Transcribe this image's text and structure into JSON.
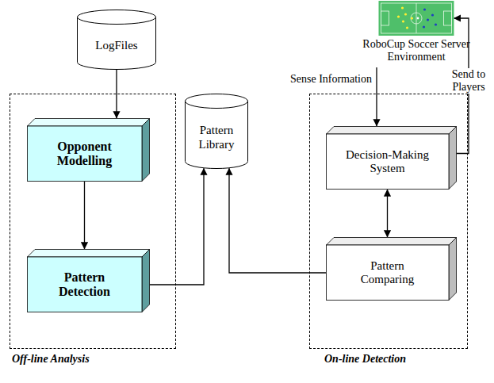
{
  "diagram": {
    "nodes": [
      {
        "text": [
          "LogFiles"
        ]
      },
      {
        "text": [
          "RoboCup Soccer Server Environment"
        ]
      },
      {
        "text": [
          "Off-line Analysis"
        ]
      },
      {
        "text": [
          "Opponent Modelling"
        ],
        "in": 2
      },
      {
        "text": [
          "Pattern Detection"
        ],
        "in": 2
      },
      {
        "text": [
          "Pattern Library"
        ]
      },
      {
        "text": [
          "On-line Detection"
        ]
      },
      {
        "text": [
          "Decision-Making System"
        ],
        "in": 6
      },
      {
        "text": [
          "Pattern Comparing"
        ],
        "in": 6
      }
    ],
    "edges": [
      {
        "from": 0,
        "to": 3,
        "arrow": "to"
      },
      {
        "from": 3,
        "to": 4,
        "arrow": "to"
      },
      {
        "from": 4,
        "to": 5,
        "arrow": "to"
      },
      {
        "from": 8,
        "to": 5,
        "arrow": "to"
      },
      {
        "from": 1,
        "to": 7,
        "label": "Sense Information",
        "arrow": "to"
      },
      {
        "from": 7,
        "to": 1,
        "label": "Send to Players",
        "arrow": "to"
      },
      {
        "from": 7,
        "to": 8,
        "arrow": "both"
      }
    ]
  }
}
